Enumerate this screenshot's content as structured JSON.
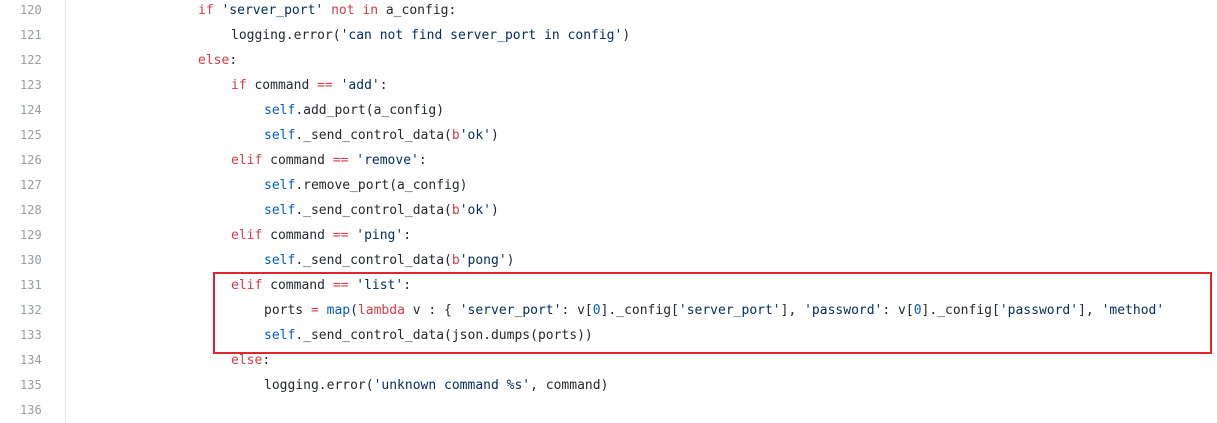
{
  "highlight_color": "#e0262b",
  "lines": [
    {
      "number": "120",
      "tokens": [
        {
          "t": "if ",
          "c": "kw"
        },
        {
          "t": "'server_port'",
          "c": "str"
        },
        {
          "t": " ",
          "c": "id"
        },
        {
          "t": "not in",
          "c": "kw"
        },
        {
          "t": " a_config:",
          "c": "id"
        }
      ]
    },
    {
      "number": "121",
      "tokens": [
        {
          "t": "logging.error(",
          "c": "id"
        },
        {
          "t": "'can not find server_port in config'",
          "c": "str"
        },
        {
          "t": ")",
          "c": "id"
        }
      ]
    },
    {
      "number": "122",
      "tokens": [
        {
          "t": "else",
          "c": "kw"
        },
        {
          "t": ":",
          "c": "id"
        }
      ]
    },
    {
      "number": "123",
      "tokens": [
        {
          "t": "if",
          "c": "kw"
        },
        {
          "t": " command ",
          "c": "id"
        },
        {
          "t": "==",
          "c": "kw"
        },
        {
          "t": " ",
          "c": "id"
        },
        {
          "t": "'add'",
          "c": "str"
        },
        {
          "t": ":",
          "c": "id"
        }
      ]
    },
    {
      "number": "124",
      "tokens": [
        {
          "t": "self",
          "c": "builtin"
        },
        {
          "t": ".add_port(a_config)",
          "c": "id"
        }
      ]
    },
    {
      "number": "125",
      "tokens": [
        {
          "t": "self",
          "c": "builtin"
        },
        {
          "t": "._send_control_data(",
          "c": "id"
        },
        {
          "t": "b",
          "c": "kw"
        },
        {
          "t": "'ok'",
          "c": "str"
        },
        {
          "t": ")",
          "c": "id"
        }
      ]
    },
    {
      "number": "126",
      "tokens": [
        {
          "t": "elif",
          "c": "kw"
        },
        {
          "t": " command ",
          "c": "id"
        },
        {
          "t": "==",
          "c": "kw"
        },
        {
          "t": " ",
          "c": "id"
        },
        {
          "t": "'remove'",
          "c": "str"
        },
        {
          "t": ":",
          "c": "id"
        }
      ]
    },
    {
      "number": "127",
      "tokens": [
        {
          "t": "self",
          "c": "builtin"
        },
        {
          "t": ".remove_port(a_config)",
          "c": "id"
        }
      ]
    },
    {
      "number": "128",
      "tokens": [
        {
          "t": "self",
          "c": "builtin"
        },
        {
          "t": "._send_control_data(",
          "c": "id"
        },
        {
          "t": "b",
          "c": "kw"
        },
        {
          "t": "'ok'",
          "c": "str"
        },
        {
          "t": ")",
          "c": "id"
        }
      ]
    },
    {
      "number": "129",
      "tokens": [
        {
          "t": "elif",
          "c": "kw"
        },
        {
          "t": " command ",
          "c": "id"
        },
        {
          "t": "==",
          "c": "kw"
        },
        {
          "t": " ",
          "c": "id"
        },
        {
          "t": "'ping'",
          "c": "str"
        },
        {
          "t": ":",
          "c": "id"
        }
      ]
    },
    {
      "number": "130",
      "tokens": [
        {
          "t": "self",
          "c": "builtin"
        },
        {
          "t": "._send_control_data(",
          "c": "id"
        },
        {
          "t": "b",
          "c": "kw"
        },
        {
          "t": "'pong'",
          "c": "str"
        },
        {
          "t": ")",
          "c": "id"
        }
      ]
    },
    {
      "number": "131",
      "tokens": [
        {
          "t": "elif",
          "c": "kw"
        },
        {
          "t": " command ",
          "c": "id"
        },
        {
          "t": "==",
          "c": "kw"
        },
        {
          "t": " ",
          "c": "id"
        },
        {
          "t": "'list'",
          "c": "str"
        },
        {
          "t": ":",
          "c": "id"
        }
      ]
    },
    {
      "number": "132",
      "tokens": [
        {
          "t": "ports ",
          "c": "id"
        },
        {
          "t": "=",
          "c": "kw"
        },
        {
          "t": " ",
          "c": "id"
        },
        {
          "t": "map",
          "c": "builtin"
        },
        {
          "t": "(",
          "c": "id"
        },
        {
          "t": "lambda",
          "c": "kw"
        },
        {
          "t": " v : { ",
          "c": "id"
        },
        {
          "t": "'server_port'",
          "c": "str"
        },
        {
          "t": ": v[",
          "c": "id"
        },
        {
          "t": "0",
          "c": "builtin"
        },
        {
          "t": "]._config[",
          "c": "id"
        },
        {
          "t": "'server_port'",
          "c": "str"
        },
        {
          "t": "], ",
          "c": "id"
        },
        {
          "t": "'password'",
          "c": "str"
        },
        {
          "t": ": v[",
          "c": "id"
        },
        {
          "t": "0",
          "c": "builtin"
        },
        {
          "t": "]._config[",
          "c": "id"
        },
        {
          "t": "'password'",
          "c": "str"
        },
        {
          "t": "], ",
          "c": "id"
        },
        {
          "t": "'method'",
          "c": "str"
        }
      ]
    },
    {
      "number": "133",
      "tokens": [
        {
          "t": "self",
          "c": "builtin"
        },
        {
          "t": "._send_control_data(json.dumps(ports))",
          "c": "id"
        }
      ]
    },
    {
      "number": "134",
      "tokens": [
        {
          "t": "else",
          "c": "kw"
        },
        {
          "t": ":",
          "c": "id"
        }
      ]
    },
    {
      "number": "135",
      "tokens": [
        {
          "t": "logging.error(",
          "c": "id"
        },
        {
          "t": "'unknown command %s'",
          "c": "str"
        },
        {
          "t": ", command)",
          "c": "id"
        }
      ]
    },
    {
      "number": "136",
      "tokens": []
    }
  ]
}
